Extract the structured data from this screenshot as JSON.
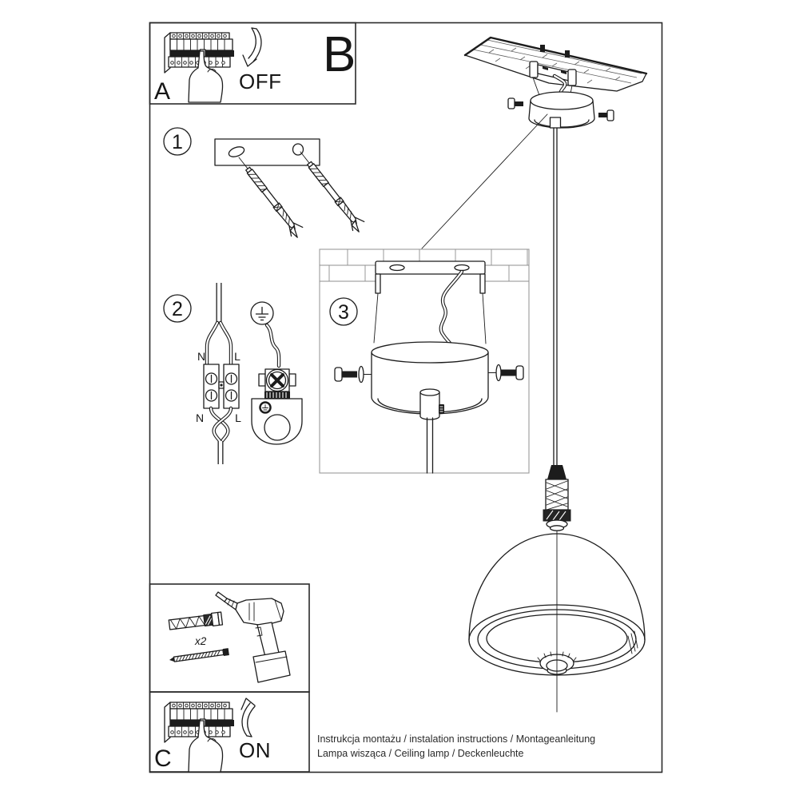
{
  "colors": {
    "line": "#1c1c1c",
    "light_line": "#999999",
    "paper": "#ffffff"
  },
  "panel_a": {
    "label": "A",
    "action": "OFF"
  },
  "section_b": {
    "label": "B"
  },
  "panel_c": {
    "label": "C",
    "action": "ON"
  },
  "tools": {
    "anchor_quantity": "x2"
  },
  "steps": {
    "one": {
      "number": "1"
    },
    "two": {
      "number": "2",
      "labels": {
        "n_top": "N",
        "l_top": "L",
        "n_bottom": "N",
        "l_bottom": "L"
      }
    },
    "three": {
      "number": "3"
    }
  },
  "footer": {
    "line1": "Instrukcja montażu / instalation instructions / Montageanleitung",
    "line2": "Lampa wisząca / Ceiling lamp  / Deckenleuchte"
  }
}
